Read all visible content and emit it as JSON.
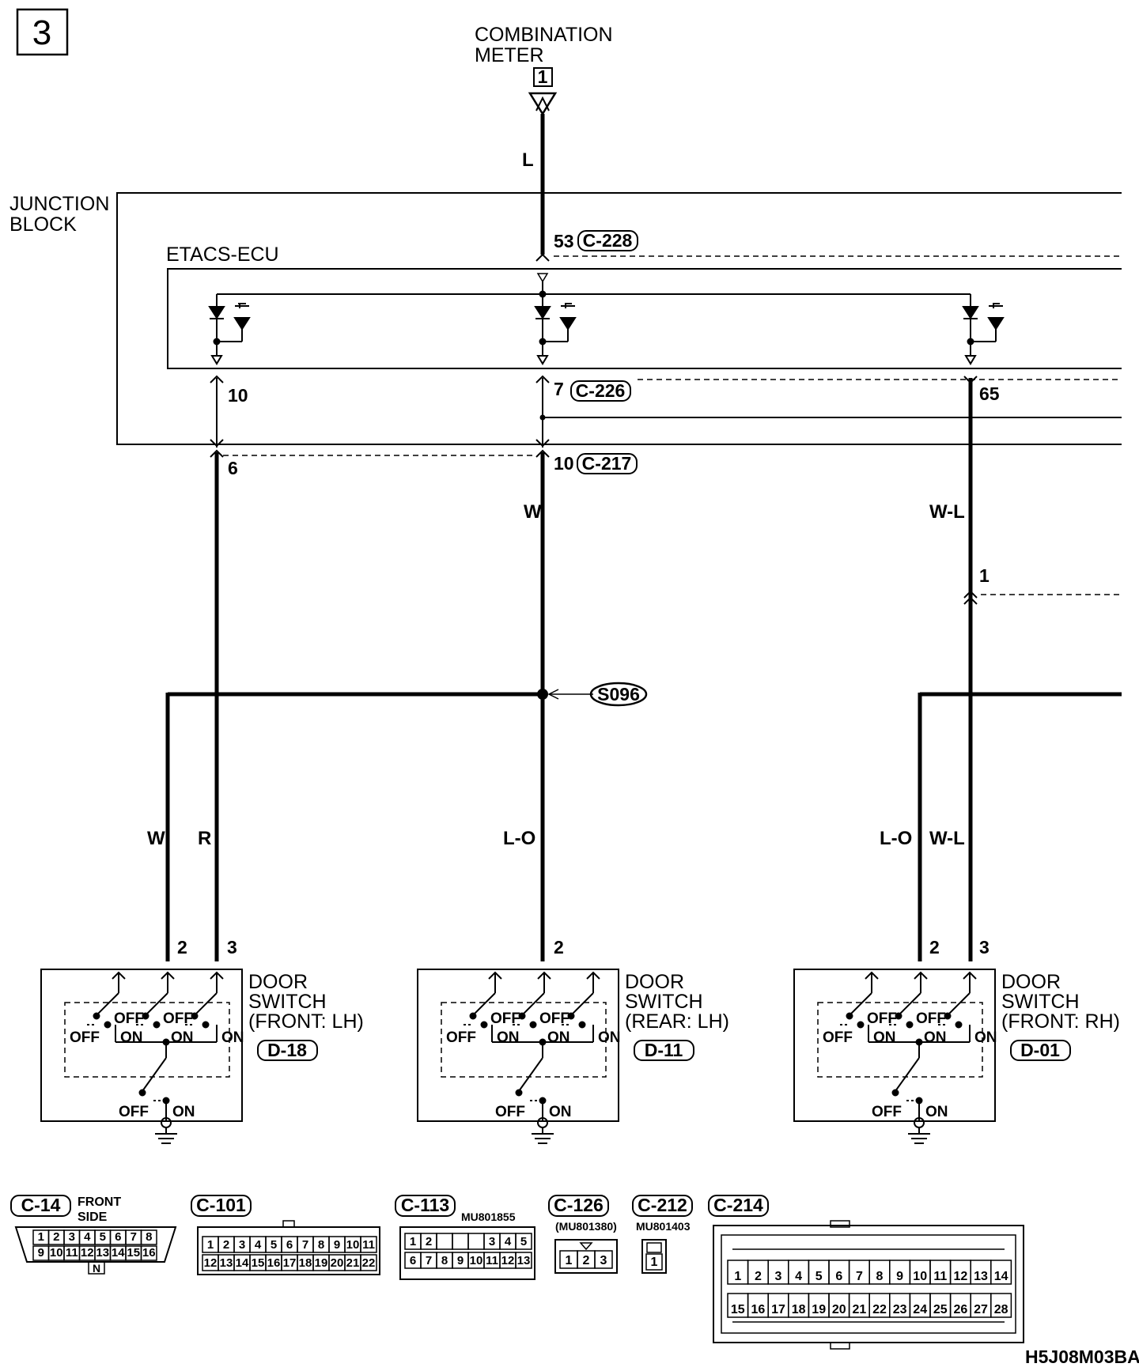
{
  "page_number": "3",
  "diagram_id": "H5J08M03BA",
  "labels": {
    "combination_meter": [
      "COMBINATION",
      "METER"
    ],
    "combination_meter_num": "1",
    "junction_block": [
      "JUNCTION",
      "BLOCK"
    ],
    "etacs_ecu": "ETACS-ECU",
    "splice": "S096"
  },
  "connector_refs": {
    "c228": "C-228",
    "c226": "C-226",
    "c217": "C-217"
  },
  "pins": {
    "p53": "53",
    "p10a": "10",
    "p7": "7",
    "p65": "65",
    "p6": "6",
    "p10b": "10",
    "p1": "1",
    "lh_f_2": "2",
    "lh_f_3": "3",
    "lh_r_2": "2",
    "rh_f_2": "2",
    "rh_f_3": "3"
  },
  "wires": {
    "top": "L",
    "center_upper": "W",
    "right_upper": "W-L",
    "left_w": "W",
    "left_r": "R",
    "center_lower": "L-O",
    "right_lo": "L-O",
    "right_wl": "W-L"
  },
  "switches": [
    {
      "name": [
        "DOOR",
        "SWITCH",
        "(FRONT: LH)"
      ],
      "ref": "D-18"
    },
    {
      "name": [
        "DOOR",
        "SWITCH",
        "(REAR: LH)"
      ],
      "ref": "D-11"
    },
    {
      "name": [
        "DOOR",
        "SWITCH",
        "(FRONT: RH)"
      ],
      "ref": "D-01"
    }
  ],
  "switch_states": {
    "off": "OFF",
    "on": "ON"
  },
  "connectors": {
    "c14": {
      "ref": "C-14",
      "note": [
        "FRONT",
        "SIDE"
      ],
      "row1": [
        "1",
        "2",
        "3",
        "4",
        "5",
        "6",
        "7",
        "8"
      ],
      "row2": [
        "9",
        "10",
        "11",
        "12",
        "13",
        "14",
        "15",
        "16"
      ],
      "key": "N"
    },
    "c101": {
      "ref": "C-101",
      "row1": [
        "1",
        "2",
        "3",
        "4",
        "5",
        "6",
        "7",
        "8",
        "9",
        "10",
        "11"
      ],
      "row2": [
        "12",
        "13",
        "14",
        "15",
        "16",
        "17",
        "18",
        "19",
        "20",
        "21",
        "22"
      ]
    },
    "c113": {
      "ref": "C-113",
      "part": "MU801855",
      "row1": [
        "1",
        "2",
        "",
        "",
        "",
        "3",
        "4",
        "5"
      ],
      "row2": [
        "6",
        "7",
        "8",
        "9",
        "10",
        "11",
        "12",
        "13"
      ]
    },
    "c126": {
      "ref": "C-126",
      "part": "(MU801380)",
      "row1": [
        "1",
        "2",
        "3"
      ]
    },
    "c212": {
      "ref": "C-212",
      "part": "MU801403",
      "row1": [
        "1"
      ]
    },
    "c214": {
      "ref": "C-214",
      "row1": [
        "1",
        "2",
        "3",
        "4",
        "5",
        "6",
        "7",
        "8",
        "9",
        "10",
        "11",
        "12",
        "13",
        "14"
      ],
      "row2": [
        "15",
        "16",
        "17",
        "18",
        "19",
        "20",
        "21",
        "22",
        "23",
        "24",
        "25",
        "26",
        "27",
        "28"
      ]
    }
  }
}
